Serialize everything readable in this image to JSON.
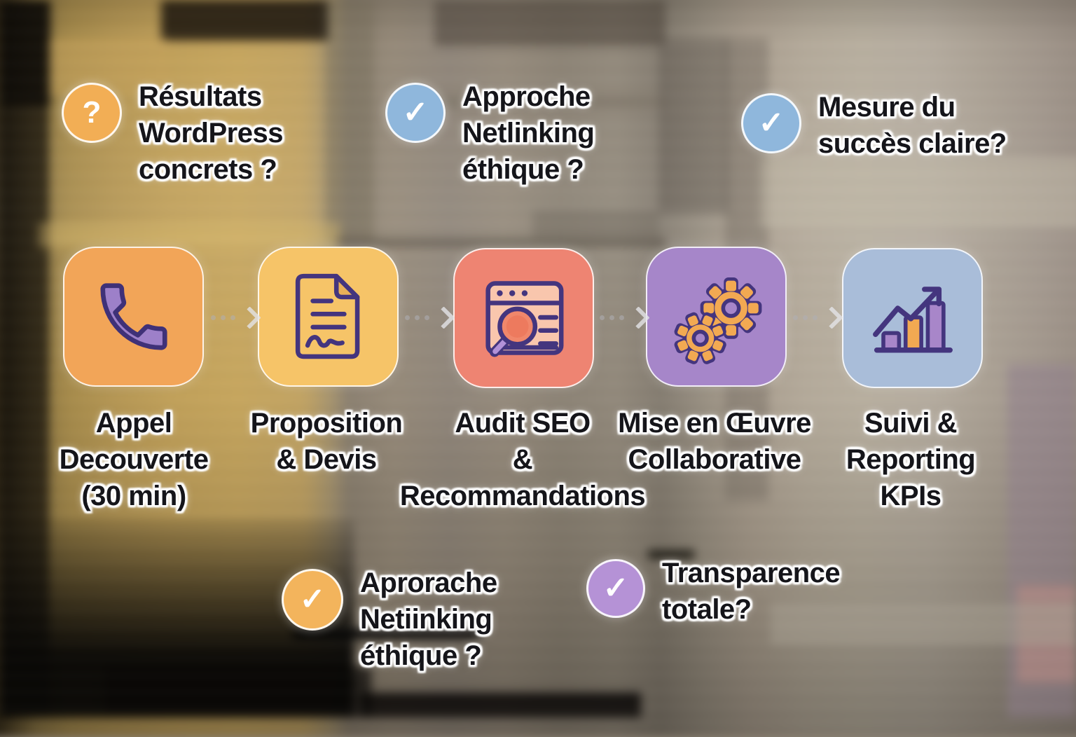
{
  "palette": {
    "orange_card": "#f2a558",
    "yellow_card": "#f6c468",
    "salmon_card": "#ee8472",
    "purple_card": "#a686c9",
    "blue_card": "#a9bdd9",
    "icon_outline_purple": "#44357e",
    "icon_lavender": "#9d80c9",
    "icon_orange": "#f2a952",
    "badge_blue": "#8fb7dc",
    "badge_orange": "#f3b45c",
    "badge_purple": "#b592d6",
    "text_color": "#15151a"
  },
  "top_questions": [
    {
      "symbol": "?",
      "circle_color": "#f2ae55",
      "icon": "question-mark-icon",
      "label": "Résultats\nWordPress\nconcrets ?"
    },
    {
      "symbol": "✓",
      "circle_color": "#8fb7dc",
      "icon": "checkmark-icon",
      "label": "Approche\nNetlinking\néthique ?"
    },
    {
      "symbol": "✓",
      "circle_color": "#8fb7dc",
      "icon": "checkmark-icon",
      "label": "Mesure du\nsuccès claire?"
    }
  ],
  "process_steps": [
    {
      "label": "Appel\nDecouverte\n(30 min)",
      "icon": "phone-icon",
      "card_color": "#f2a558"
    },
    {
      "label": "Proposition\n& Devis",
      "icon": "document-icon",
      "card_color": "#f6c468"
    },
    {
      "label": "Audit SEO\n&\nRecommandations",
      "icon": "seo-audit-icon",
      "card_color": "#ee8472"
    },
    {
      "label": "Mise en Œuvre\nCollaborative",
      "icon": "gears-icon",
      "card_color": "#a686c9"
    },
    {
      "label": "Suivi &\nReporting\nKPIs",
      "icon": "bar-chart-icon",
      "card_color": "#a9bdd9"
    }
  ],
  "bottom_questions": [
    {
      "symbol": "✓",
      "circle_color": "#f3b45c",
      "icon": "checkmark-icon",
      "label": "Aprorache\nNetiinking\néthique ?"
    },
    {
      "symbol": "✓",
      "circle_color": "#b592d6",
      "icon": "checkmark-icon",
      "label": "Transparence\ntotale?"
    }
  ]
}
